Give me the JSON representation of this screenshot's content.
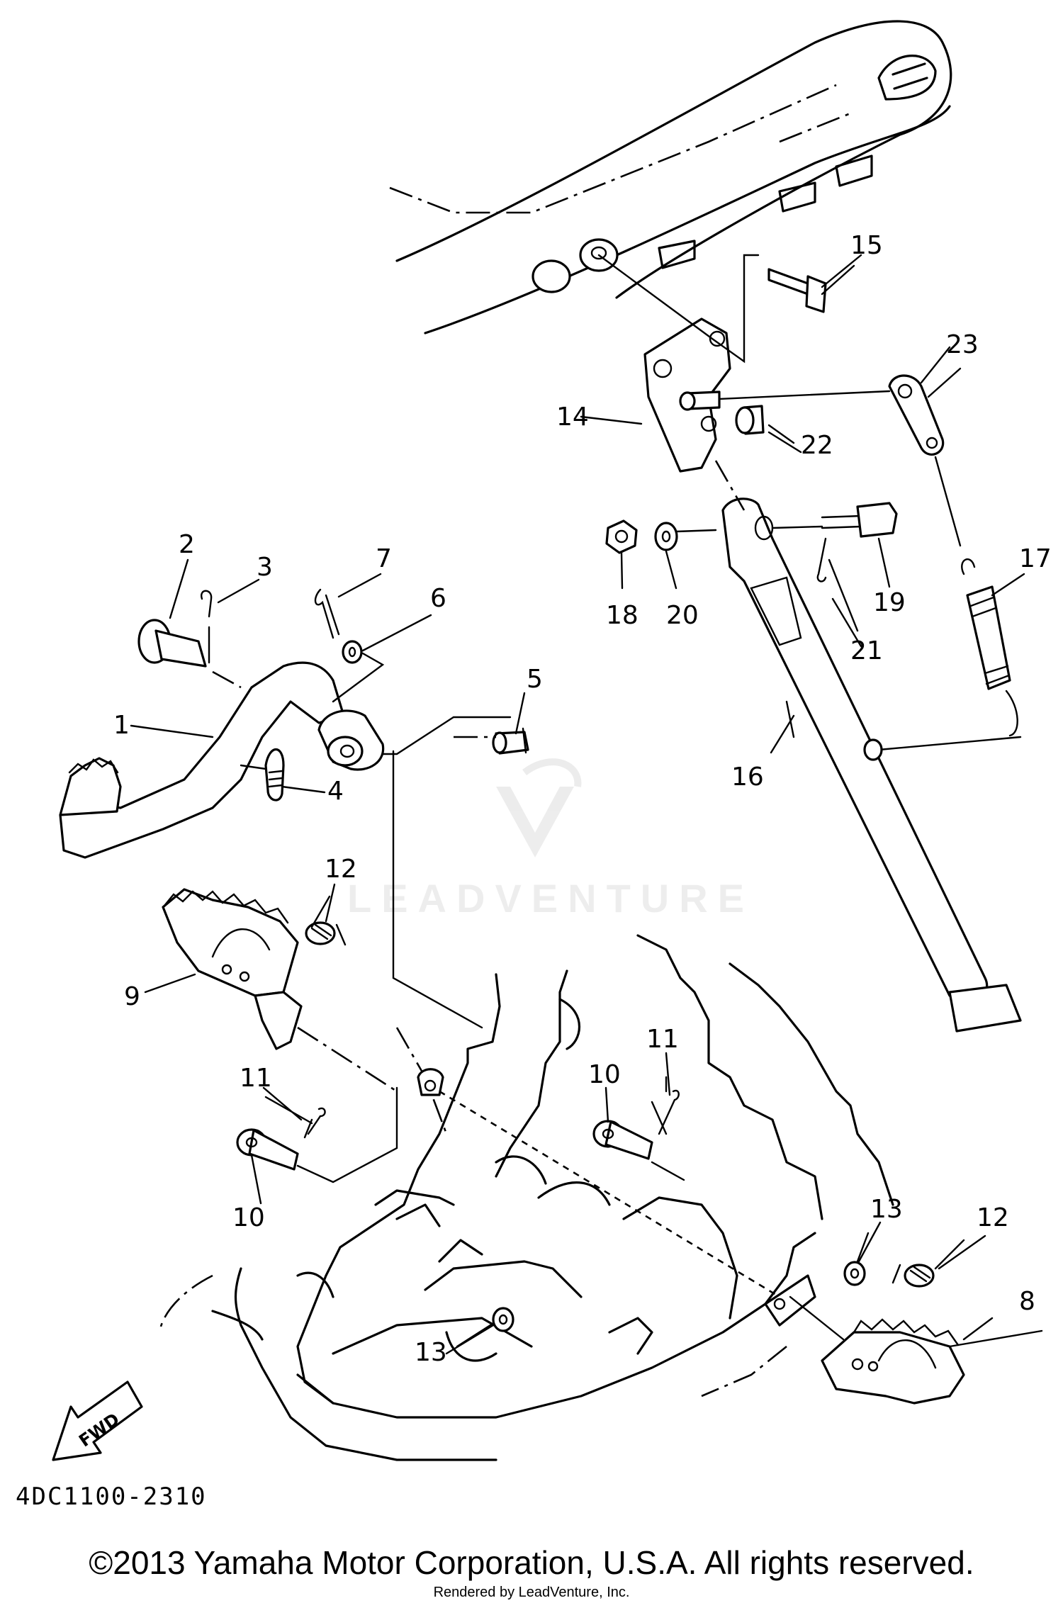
{
  "diagram_code": "4DC1100-2310",
  "copyright": "©2013 Yamaha Motor Corporation, U.S.A. All rights reserved.",
  "rendered_by": "Rendered by LeadVenture, Inc.",
  "watermark": "LEADVENTURE",
  "fwd_label": "FWD",
  "callouts": {
    "c1": "1",
    "c2": "2",
    "c3": "3",
    "c4": "4",
    "c5": "5",
    "c6": "6",
    "c7": "7",
    "c8": "8",
    "c9": "9",
    "c10a": "10",
    "c10b": "10",
    "c11a": "11",
    "c11b": "11",
    "c12a": "12",
    "c12b": "12",
    "c13a": "13",
    "c13b": "13",
    "c14": "14",
    "c15": "15",
    "c16": "16",
    "c17": "17",
    "c18": "18",
    "c19": "19",
    "c20": "20",
    "c21": "21",
    "c22": "22",
    "c23": "23"
  }
}
